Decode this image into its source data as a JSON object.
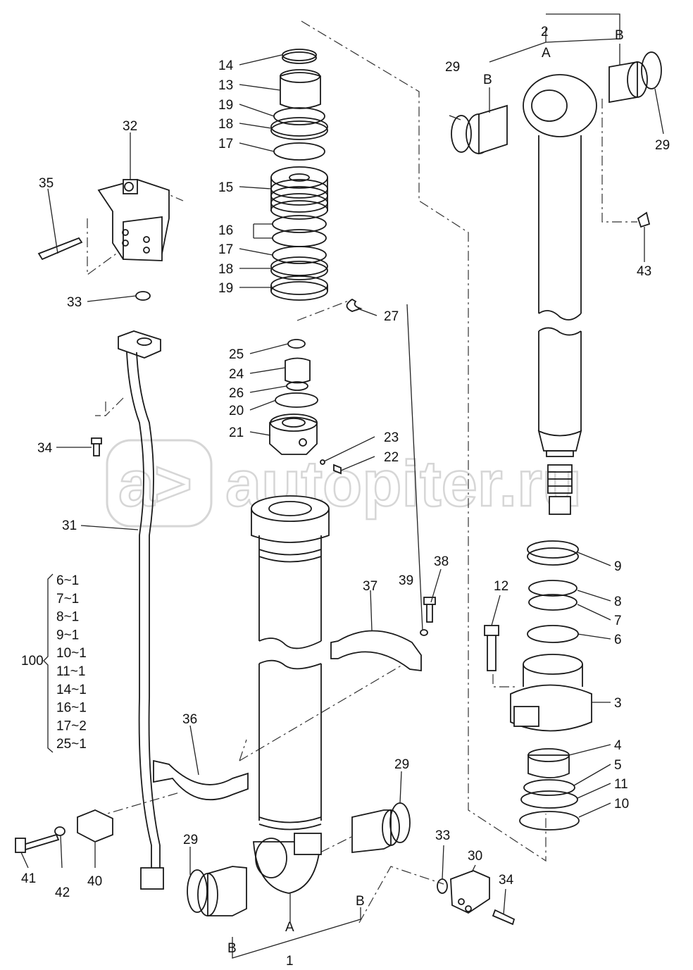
{
  "watermark": {
    "text": "autopiter.ru",
    "logo_text": "a>"
  },
  "labels": {
    "l14": "14",
    "l13": "13",
    "l19a": "19",
    "l18a": "18",
    "l17a": "17",
    "l15": "15",
    "l16": "16",
    "l17b": "17",
    "l18b": "18",
    "l19b": "19",
    "l27": "27",
    "l25": "25",
    "l24": "24",
    "l26": "26",
    "l20": "20",
    "l21": "21",
    "l23": "23",
    "l22": "22",
    "l32": "32",
    "l35": "35",
    "l33a": "33",
    "l34a": "34",
    "l31": "31",
    "l37": "37",
    "l39": "39",
    "l38": "38",
    "l36": "36",
    "l41": "41",
    "l42": "42",
    "l40": "40",
    "l29a": "29",
    "l29b": "29",
    "l29c": "29",
    "l29d": "29",
    "l2": "2",
    "lAtop": "A",
    "lBtopL": "B",
    "lBtopR": "B",
    "l43": "43",
    "l9": "9",
    "l12": "12",
    "l8": "8",
    "l7": "7",
    "l6": "6",
    "l3": "3",
    "l4": "4",
    "l5": "5",
    "l11": "11",
    "l10": "10",
    "l33b": "33",
    "l30": "30",
    "l34b": "34",
    "lBbotL": "B",
    "lAbot": "A",
    "lBbotR": "B",
    "l1": "1",
    "l100": "100"
  },
  "kit_list": [
    "6~1",
    "7~1",
    "8~1",
    "9~1",
    "10~1",
    "11~1",
    "14~1",
    "16~1",
    "17~2",
    "25~1"
  ]
}
